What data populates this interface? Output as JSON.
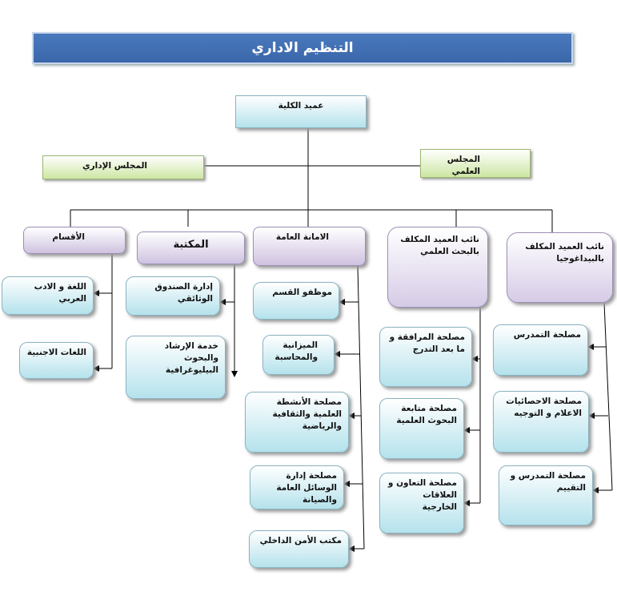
{
  "title": "التنظيم الاداري",
  "nodes": {
    "dean": "عميد الكلية",
    "admin_council": "المجلس الإداري",
    "scientific_council": "المجلس العلمي",
    "departments": "الأقسام",
    "library": "المكتبة",
    "general_secretariat": "الامانة العامة",
    "vice_dean_research": "نائب العميد المكلف بالبحث العلمي",
    "vice_dean_pedagogy": "نائب العميد المكلف بالبيداغوجيا",
    "arabic_language": "اللغة و الادب العربي",
    "foreign_languages": "اللغات الاجنبية",
    "documentary_fund": "إدارة الصندوق الوثائقي",
    "guidance_service": "خدمة الإرشاد والبحوث البيليوغرافية",
    "department_staff": "موظفو القسم",
    "budget_accounting": "الميزانية والمحاسبة",
    "activities_service": "مصلحة الأنشطة العلمية والثقافية والرياضية",
    "general_means": "مصلحة إدارة الوسائل العامة والصيانة",
    "internal_security": "مكتب الأمن الداخلي",
    "postgrad_service": "مصلحة المرافقة و ما بعد التدرج",
    "research_followup": "مصلحة متابعة البحوث العلمية",
    "cooperation": "مصلحة التعاون و العلاقات الخارجية",
    "teaching_service": "مصلحة التمدرس",
    "statistics_service": "مصلحة الاحصائيات الاعلام و التوجيه",
    "evaluation_service": "مصلحة التمدرس و التقييم"
  }
}
